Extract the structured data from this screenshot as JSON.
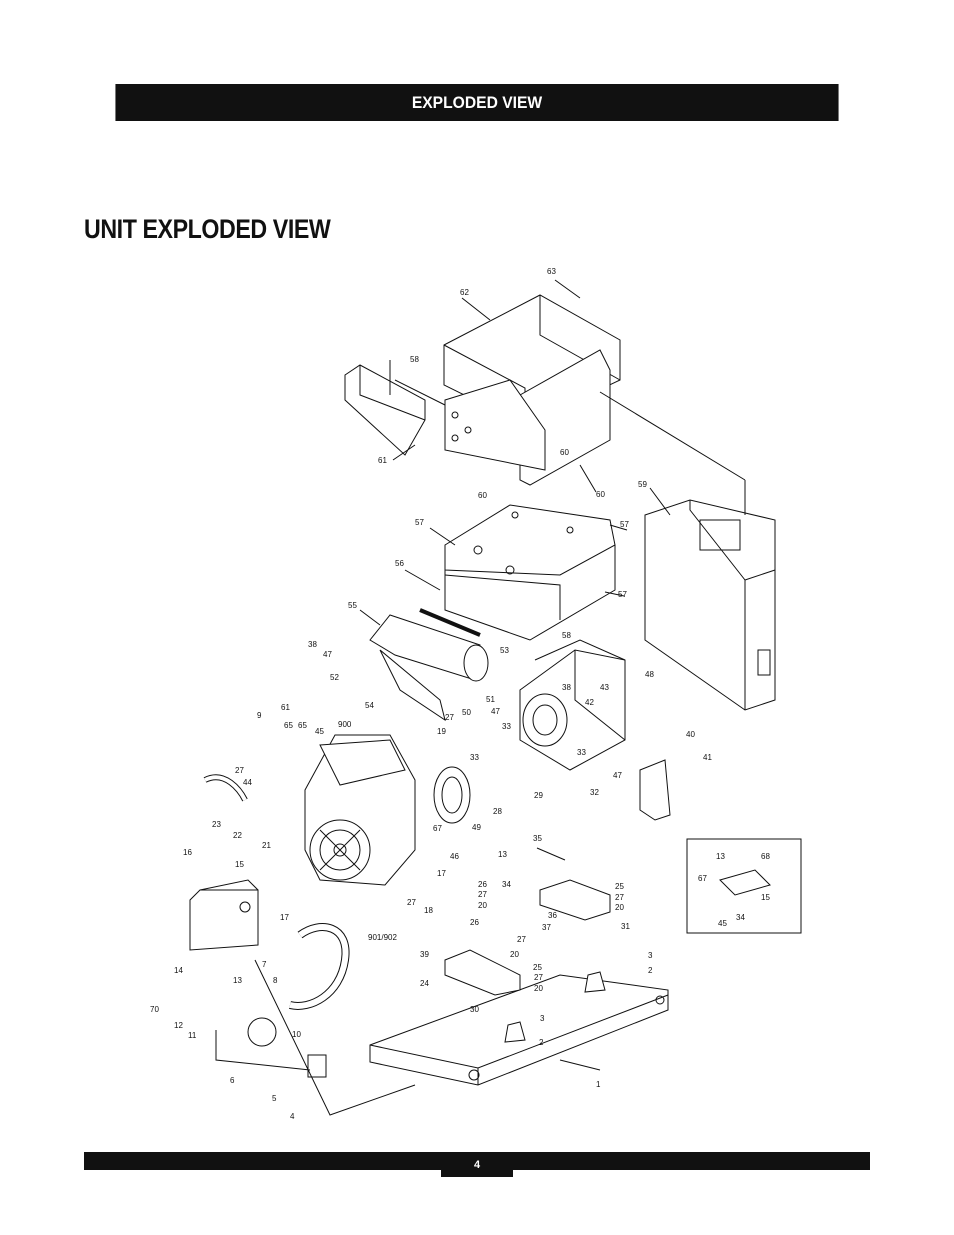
{
  "header": {
    "title": "EXPLODED VIEW"
  },
  "page_title": "UNIT EXPLODED VIEW",
  "footer": {
    "page_number": "4"
  },
  "callouts": [
    "63",
    "62",
    "58",
    "61",
    "60",
    "60",
    "60",
    "59",
    "57",
    "57",
    "56",
    "57",
    "58",
    "55",
    "38",
    "47",
    "52",
    "54",
    "50",
    "53",
    "51",
    "38",
    "42",
    "43",
    "48",
    "19",
    "47",
    "33",
    "27",
    "33",
    "33",
    "47",
    "32",
    "29",
    "40",
    "41",
    "9",
    "61",
    "65",
    "65",
    "45",
    "27",
    "44",
    "900",
    "49",
    "28",
    "23",
    "22",
    "21",
    "67",
    "46",
    "17",
    "16",
    "15",
    "17",
    "18",
    "27",
    "26",
    "27",
    "20",
    "35",
    "13",
    "34",
    "25",
    "27",
    "20",
    "36",
    "37",
    "31",
    "26",
    "27",
    "20",
    "39",
    "25",
    "27",
    "20",
    "3",
    "2",
    "14",
    "70",
    "13",
    "12",
    "11",
    "7",
    "8",
    "10",
    "6",
    "5",
    "4",
    "901/902",
    "24",
    "30",
    "3",
    "2",
    "1"
  ],
  "inset_callouts": [
    "13",
    "68",
    "67",
    "15",
    "34",
    "45"
  ]
}
